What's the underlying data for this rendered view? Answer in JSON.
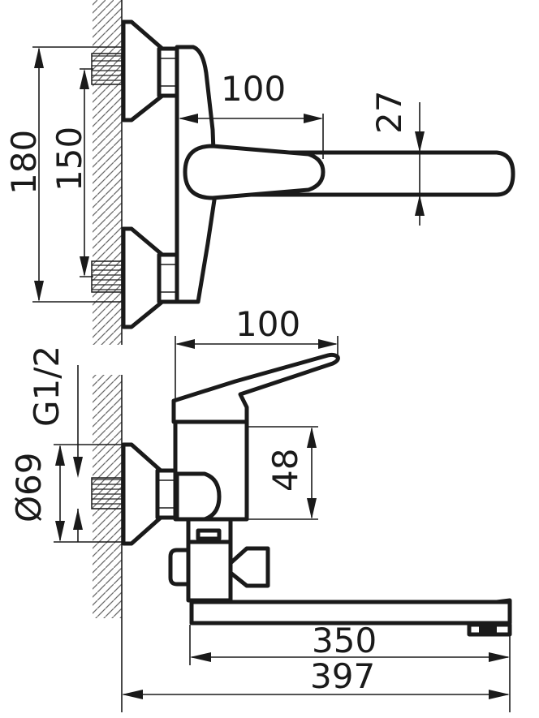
{
  "dimensions": {
    "top_width": "100",
    "handle_thickness": "27",
    "overall_height": "180",
    "inlet_spacing": "150",
    "side_width": "100",
    "body_height": "48",
    "thread": "G1/2",
    "flange_diameter": "Ø69",
    "spout_length": "350",
    "overall_length": "397"
  },
  "colors": {
    "line": "#1a1a1a",
    "hatch": "#6a6a6a",
    "background": "#ffffff"
  }
}
